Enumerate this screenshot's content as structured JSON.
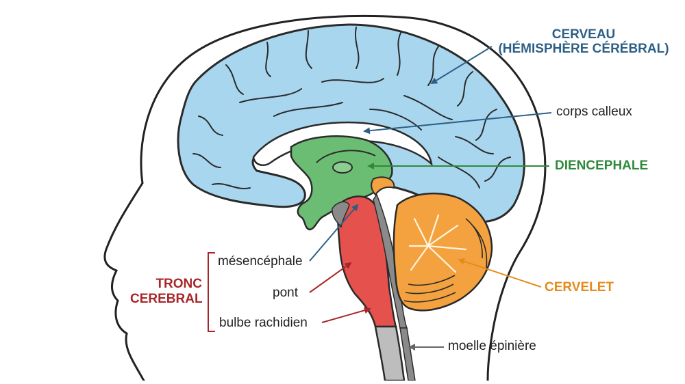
{
  "labels": {
    "cerveau_line1": "CERVEAU",
    "cerveau_line2": "(HÉMISPHÈRE CÉRÉBRAL)",
    "corps_calleux": "corps calleux",
    "diencephale": "DIENCEPHALE",
    "tronc_line1": "TRONC",
    "tronc_line2": "CEREBRAL",
    "mesencephale": "mésencéphale",
    "pont": "pont",
    "bulbe": "bulbe rachidien",
    "cervelet": "CERVELET",
    "moelle": "moelle épinière"
  },
  "colors": {
    "cerebrum": "#a8d6ee",
    "cerebrum_label": "#2d5f85",
    "diencephalon": "#6cbd74",
    "diencephalon_label": "#2e8a3a",
    "brainstem": "#e5514d",
    "brainstem_label": "#a8262a",
    "cerebellum": "#f4a23f",
    "cerebellum_label": "#e58a1c",
    "spinal_cord": "#bdbdbd",
    "outline": "#222222",
    "label_text": "#1f1f1f"
  },
  "icons": [
    "head-outline",
    "brain-cerebrum",
    "cerebellum",
    "brainstem",
    "spinal-cord"
  ]
}
